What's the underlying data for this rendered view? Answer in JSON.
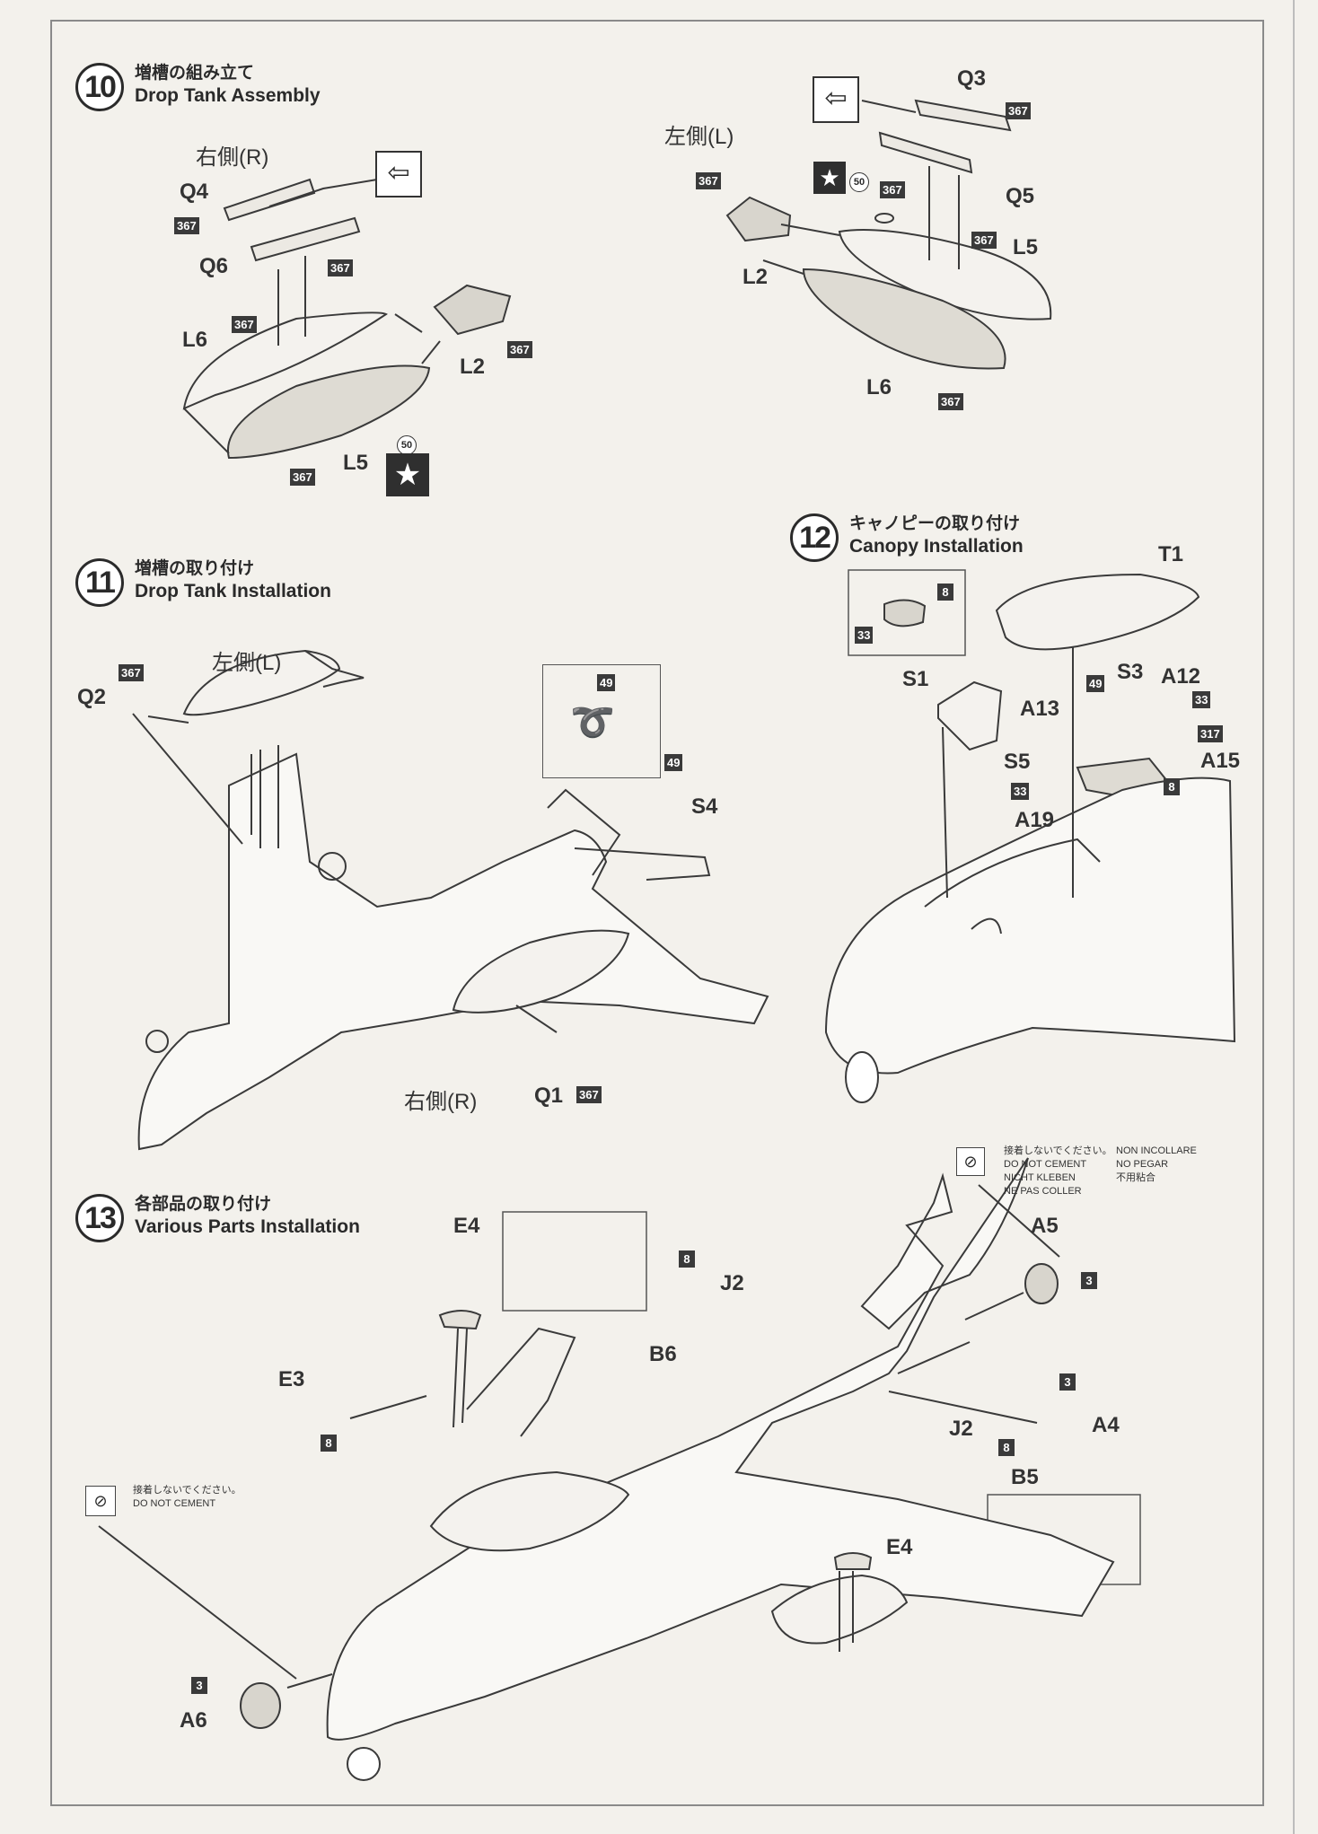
{
  "steps": {
    "s10": {
      "num": "10",
      "jp": "増槽の組み立て",
      "en": "Drop Tank Assembly"
    },
    "s11": {
      "num": "11",
      "jp": "増槽の取り付け",
      "en": "Drop Tank Installation"
    },
    "s12": {
      "num": "12",
      "jp": "キャノピーの取り付け",
      "en": "Canopy Installation"
    },
    "s13": {
      "num": "13",
      "jp": "各部品の取り付け",
      "en": "Various Parts Installation"
    }
  },
  "sides": {
    "right": "右側(R)",
    "left": "左側(L)"
  },
  "parts": {
    "Q1": "Q1",
    "Q2": "Q2",
    "Q3": "Q3",
    "Q4": "Q4",
    "Q5": "Q5",
    "Q6": "Q6",
    "L2": "L2",
    "L5": "L5",
    "L6": "L6",
    "S1": "S1",
    "S3": "S3",
    "S4": "S4",
    "S5": "S5",
    "T1": "T1",
    "A4": "A4",
    "A5": "A5",
    "A6": "A6",
    "A12": "A12",
    "A13": "A13",
    "A15": "A15",
    "A19": "A19",
    "B5": "B5",
    "B6": "B6",
    "E3": "E3",
    "E4": "E4",
    "J2": "J2"
  },
  "colors": {
    "c367": "367",
    "c50": "50",
    "c49": "49",
    "c8": "8",
    "c33": "33",
    "c317": "317",
    "c3": "3"
  },
  "notes": {
    "jp": "接着しないでください。",
    "en": "DO NOT CEMENT",
    "de": "NICHT KLEBEN",
    "fr": "NE PAS COLLER",
    "it": "NON INCOLLARE",
    "es": "NO PEGAR",
    "zh": "不用粘合"
  }
}
